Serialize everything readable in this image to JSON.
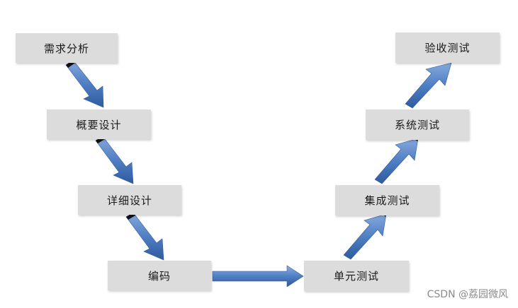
{
  "diagram": {
    "nodes": [
      {
        "id": "req",
        "label": "需求分析"
      },
      {
        "id": "high",
        "label": "概要设计"
      },
      {
        "id": "det",
        "label": "详细设计"
      },
      {
        "id": "code",
        "label": "编码"
      },
      {
        "id": "unit",
        "label": "单元测试"
      },
      {
        "id": "int",
        "label": "集成测试"
      },
      {
        "id": "sys",
        "label": "系统测试"
      },
      {
        "id": "acc",
        "label": "验收测试"
      }
    ],
    "edges": [
      {
        "from": "req",
        "to": "high"
      },
      {
        "from": "high",
        "to": "det"
      },
      {
        "from": "det",
        "to": "code"
      },
      {
        "from": "code",
        "to": "unit"
      },
      {
        "from": "unit",
        "to": "int"
      },
      {
        "from": "int",
        "to": "sys"
      },
      {
        "from": "sys",
        "to": "acc"
      }
    ],
    "colors": {
      "box_fill": "#dcdcdc",
      "arrow_fill": "#4f7fc4",
      "arrow_dark": "#2f5a9e",
      "arrow_tail": "#111111"
    }
  },
  "watermark": "CSDN @荔园微风"
}
